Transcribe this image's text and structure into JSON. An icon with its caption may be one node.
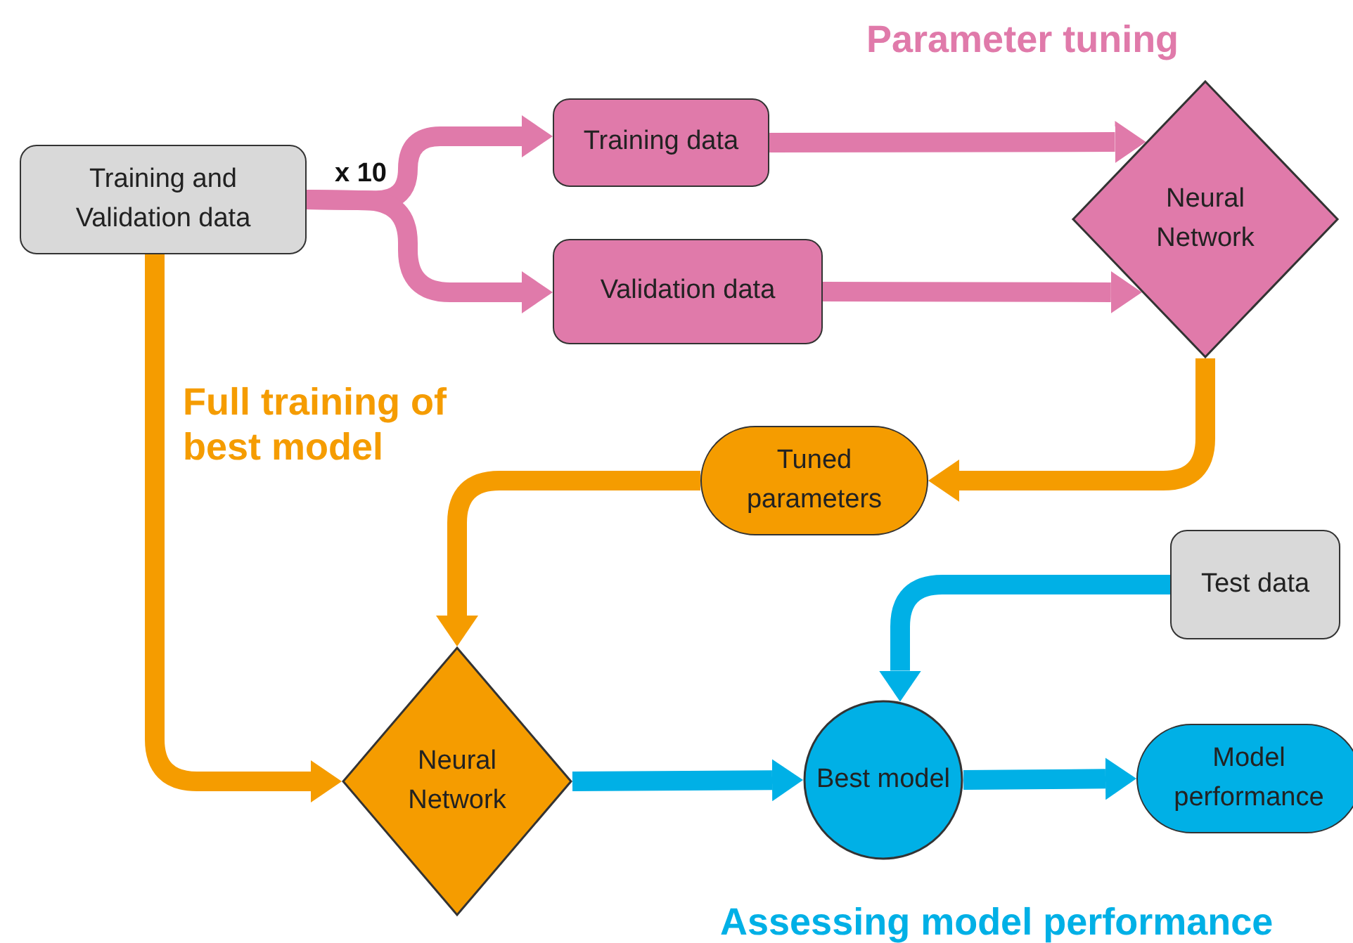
{
  "diagram": {
    "nodes": [
      {
        "text": [
          "Training and Validation data"
        ]
      },
      {
        "text": [
          "Training data"
        ]
      },
      {
        "text": [
          "Validation data"
        ]
      },
      {
        "text": [
          "Neural Network"
        ]
      },
      {
        "text": [
          "Tuned parameters"
        ]
      },
      {
        "text": [
          "Test data"
        ]
      },
      {
        "text": [
          "Neural Network"
        ]
      },
      {
        "text": [
          "Best model"
        ]
      },
      {
        "text": [
          "Model performance"
        ]
      }
    ],
    "edges": [
      {
        "from": 0,
        "to": 1,
        "arrow": "to"
      },
      {
        "from": 0,
        "to": 2,
        "arrow": "to"
      },
      {
        "from": 1,
        "to": 3,
        "arrow": "to"
      },
      {
        "from": 2,
        "to": 3,
        "arrow": "to"
      },
      {
        "from": 3,
        "to": 4,
        "arrow": "to",
        "color": "#f59c00"
      },
      {
        "from": 4,
        "to": 6,
        "arrow": "to",
        "color": "#f59c00"
      },
      {
        "from": 0,
        "to": 6,
        "arrow": "to",
        "color": "#f59c00"
      },
      {
        "from": 5,
        "to": 7,
        "arrow": "to",
        "color": "#00b0e6"
      },
      {
        "from": 6,
        "to": 7,
        "arrow": "to",
        "color": "#00b0e6"
      },
      {
        "from": 7,
        "to": 8,
        "arrow": "to",
        "color": "#00b0e6"
      }
    ],
    "labels": [
      "Parameter tuning",
      "x 10",
      "Full training of best model",
      "Assessing model performance"
    ]
  }
}
